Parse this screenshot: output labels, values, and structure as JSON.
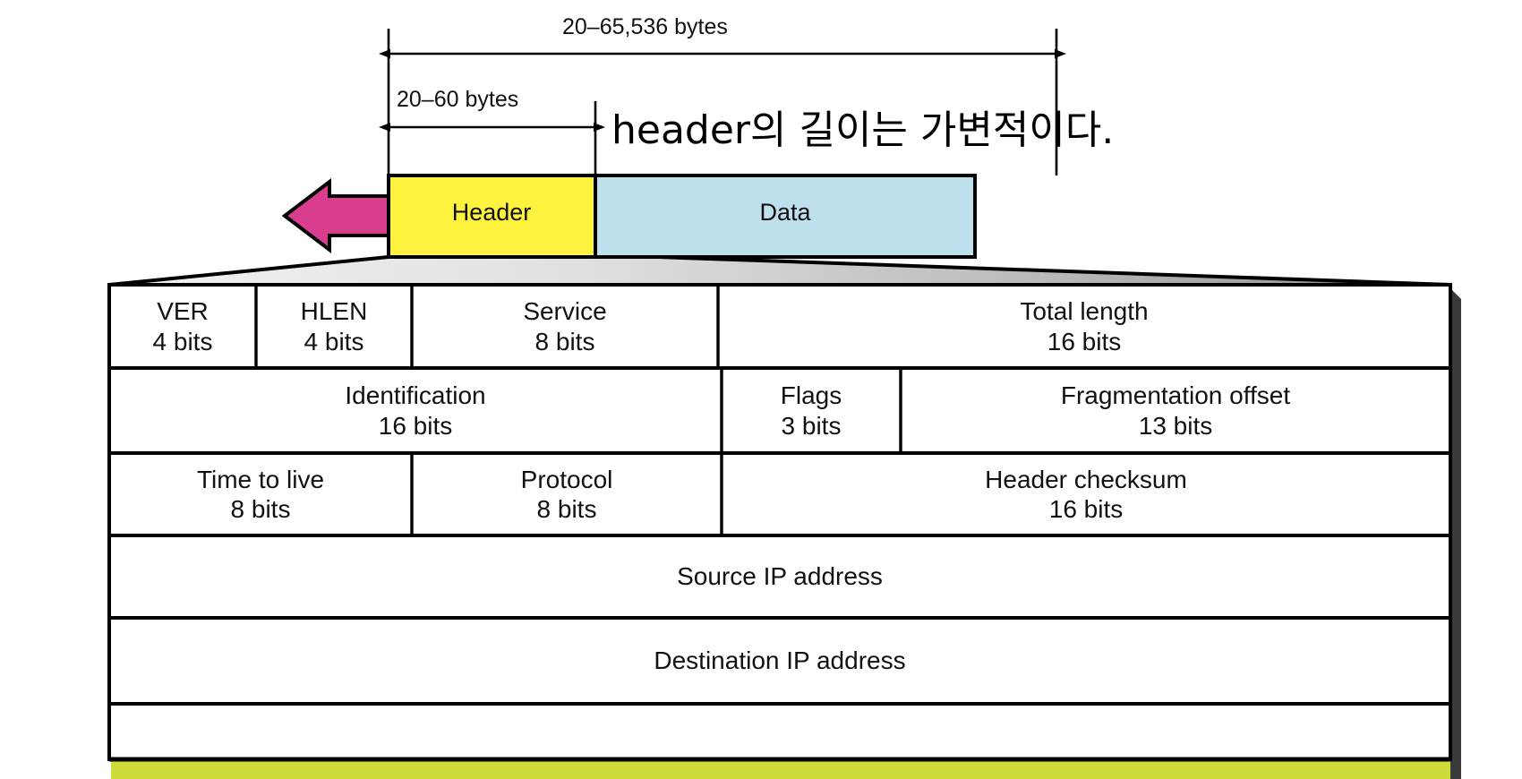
{
  "diagram": {
    "title_annotation": "header의 길이는 가변적이다.",
    "dimensions": {
      "total": "20–65,536 bytes",
      "header": "20–60 bytes"
    },
    "packet": {
      "header_label": "Header",
      "data_label": "Data",
      "header_color": "#FDF33F",
      "data_color": "#BEE0EC",
      "arrow_color": "#D93E8E"
    },
    "header_table": {
      "rows": [
        {
          "cells": [
            {
              "name": "VER",
              "bits": "4 bits"
            },
            {
              "name": "HLEN",
              "bits": "4 bits"
            },
            {
              "name": "Service",
              "bits": "8 bits"
            },
            {
              "name": "Total length",
              "bits": "16 bits"
            }
          ]
        },
        {
          "cells": [
            {
              "name": "Identification",
              "bits": "16 bits"
            },
            {
              "name": "Flags",
              "bits": "3 bits"
            },
            {
              "name": "Fragmentation offset",
              "bits": "13 bits"
            }
          ]
        },
        {
          "cells": [
            {
              "name": "Time to live",
              "bits": "8 bits"
            },
            {
              "name": "Protocol",
              "bits": "8 bits"
            },
            {
              "name": "Header checksum",
              "bits": "16 bits"
            }
          ]
        },
        {
          "cells": [
            {
              "name": "Source IP address",
              "bits": ""
            }
          ]
        },
        {
          "cells": [
            {
              "name": "Destination IP address",
              "bits": ""
            }
          ]
        }
      ]
    }
  }
}
